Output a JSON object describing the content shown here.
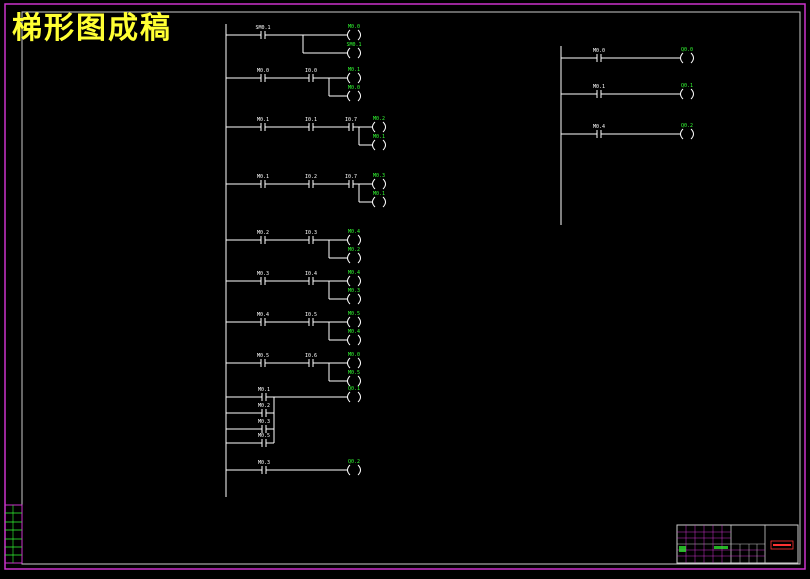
{
  "drawing": {
    "title": "梯形图成稿",
    "colors": {
      "background": "#000000",
      "frame": "#cc33cc",
      "rung": "#ffffff",
      "coil": "#33ff33",
      "title": "#ffff33",
      "stamp": "#ff3333"
    }
  },
  "left_ladder": {
    "rungs": [
      {
        "contacts": [
          "SM0.1"
        ],
        "coils": [
          "M0.0",
          "SM0.1"
        ]
      },
      {
        "contacts": [
          "M0.0",
          "I0.0"
        ],
        "coils": [
          "M0.1",
          "M0.0"
        ]
      },
      {
        "contacts": [
          "M0.1",
          "I0.1",
          "I0.7"
        ],
        "coils": [
          "M0.2",
          "M0.1"
        ]
      },
      {
        "contacts": [
          "M0.1",
          "I0.2",
          "I0.7"
        ],
        "coils": [
          "M0.3",
          "M0.1"
        ]
      },
      {
        "contacts": [
          "M0.2",
          "I0.3"
        ],
        "coils": [
          "M0.4",
          "M0.2"
        ]
      },
      {
        "contacts": [
          "M0.3",
          "I0.4"
        ],
        "coils": [
          "M0.4",
          "M0.3"
        ]
      },
      {
        "contacts": [
          "M0.4",
          "I0.5"
        ],
        "coils": [
          "M0.5",
          "M0.4"
        ]
      },
      {
        "contacts": [
          "M0.5",
          "I0.6"
        ],
        "coils": [
          "M0.0",
          "M0.5"
        ]
      }
    ],
    "or_rung": {
      "contacts": [
        "M0.1",
        "M0.2",
        "M0.3",
        "M0.5"
      ],
      "coil": "Q0.1"
    },
    "last_rung": {
      "contact": "M0.3",
      "coil": "Q0.2"
    }
  },
  "right_ladder": {
    "rungs": [
      {
        "contact": "M0.0",
        "coil": "Q0.0"
      },
      {
        "contact": "M0.1",
        "coil": "Q0.1"
      },
      {
        "contact": "M0.4",
        "coil": "Q0.2"
      }
    ]
  }
}
